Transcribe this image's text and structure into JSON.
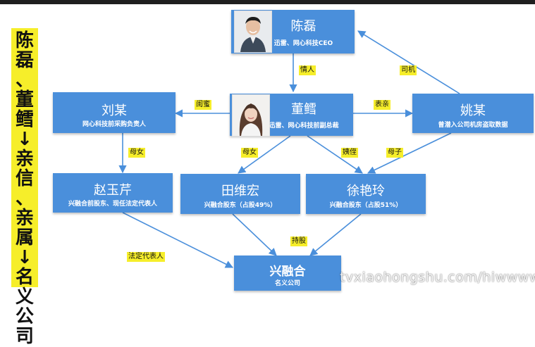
{
  "sidebar": {
    "chars": [
      "陈",
      "磊",
      "、",
      "董",
      "鳕",
      "↓",
      "亲",
      "信",
      "、",
      "亲",
      "属",
      "↓",
      "名",
      "义",
      "公",
      "司"
    ]
  },
  "nodes": {
    "chenlei": {
      "name": "陈磊",
      "desc": "迅雷、网心科技CEO"
    },
    "dongxue": {
      "name": "董鳕",
      "desc": "迅雷、网心科技前副总裁"
    },
    "liu": {
      "name": "刘某",
      "desc": "网心科技前采购负责人"
    },
    "yao": {
      "name": "姚某",
      "desc": "曾潜入公司机房盗取数据"
    },
    "zhao": {
      "name": "赵玉芹",
      "desc": "兴融合前股东、现任法定代表人"
    },
    "tian": {
      "name": "田维宏",
      "desc": "兴融合股东（占股49%）"
    },
    "xu": {
      "name": "徐艳玲",
      "desc": "兴融合股东（占股51%）"
    },
    "xrh": {
      "name": "兴融合",
      "desc": "名义公司"
    }
  },
  "labels": {
    "qingren": "情人",
    "sij": "司机",
    "guimi": "闺蜜",
    "biaoqin": "表亲",
    "munv1": "母女",
    "munv2": "母女",
    "yizhi": "姨侄",
    "muzi": "母子",
    "chigu": "持股",
    "fading": "法定代表人"
  },
  "watermark": "tvxiaohongshu.com/hiwwwww"
}
